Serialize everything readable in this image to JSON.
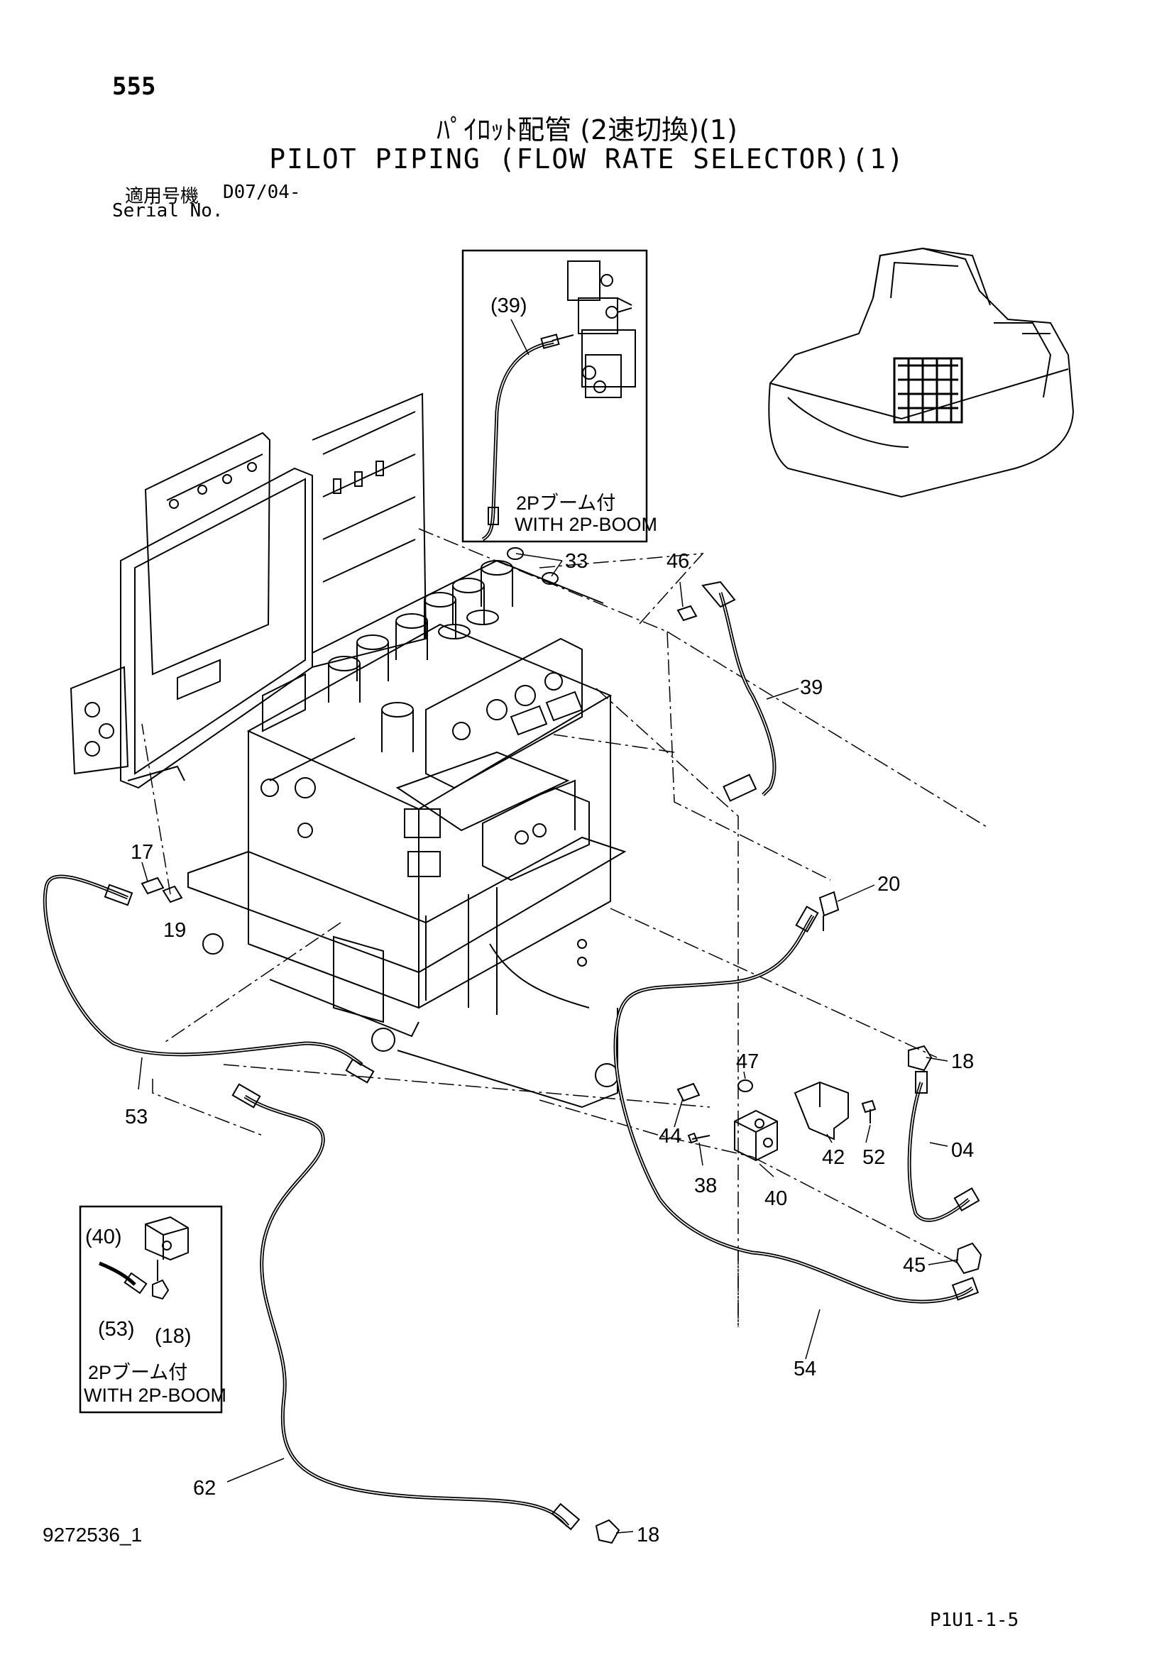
{
  "header": {
    "page_number": "555",
    "title_ja": "ﾊﾟｲﾛｯﾄ配管 (2速切換)(1)",
    "title_en": "PILOT PIPING (FLOW RATE SELECTOR)(1)",
    "serial_label_ja": "適用号機",
    "serial_code": "D07/04-",
    "serial_label_en": "Serial No."
  },
  "callouts": {
    "c39_ref": "(39)",
    "c33": "33",
    "c46": "46",
    "c39": "39",
    "c17": "17",
    "c19": "19",
    "c20": "20",
    "c18a": "18",
    "c47": "47",
    "c04": "04",
    "c44": "44",
    "c42": "42",
    "c52": "52",
    "c38": "38",
    "c40": "40",
    "c45": "45",
    "c53": "53",
    "c54": "54",
    "c62": "62",
    "c18b": "18",
    "c40_ref": "(40)",
    "c53_ref": "(53)",
    "c18_ref": "(18)"
  },
  "inset_top": {
    "label_ja": "2Pブーム付",
    "label_en": "WITH 2P-BOOM"
  },
  "inset_bottom": {
    "label_ja": "2Pブーム付",
    "label_en": "WITH 2P-BOOM"
  },
  "footer": {
    "drawing_id": "9272536_1",
    "page_code": "P1U1-1-5"
  }
}
